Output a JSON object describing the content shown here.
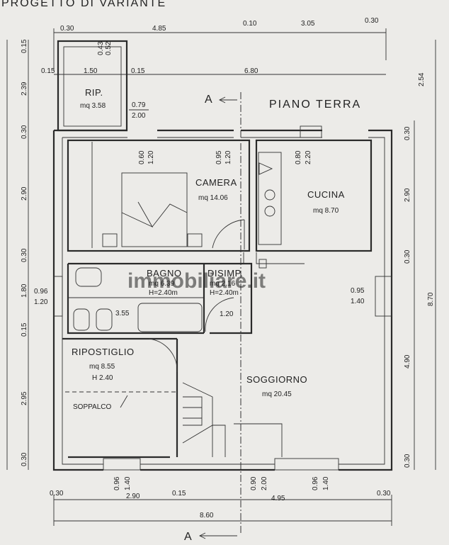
{
  "header": {
    "title": "PROGETTO DI VARIANTE",
    "floor": "PIANO TERRA"
  },
  "section_markers": {
    "top": "A",
    "bottom": "A"
  },
  "watermark": "immobiliare.it",
  "rooms": {
    "rip": {
      "name": "RIP.",
      "area": "mq  3.58"
    },
    "camera": {
      "name": "CAMERA",
      "area": "mq  14.06"
    },
    "cucina": {
      "name": "CUCINA",
      "area": "mq  8.70"
    },
    "bagno": {
      "name": "BAGNO",
      "area": "mq  6.39",
      "height": "H=2.40m"
    },
    "disimp": {
      "name": "DISIMP.",
      "area": "mq  2.16",
      "height": "H=2.40m"
    },
    "ripostiglio": {
      "name": "RIPOSTIGLIO",
      "area": "mq  8.55",
      "height": "H  2.40"
    },
    "soggiorno": {
      "name": "SOGGIORNO",
      "area": "mq  20.45"
    },
    "soppalco": {
      "name": "SOPPALCO"
    }
  },
  "dims": {
    "top1": "0.30",
    "top2": "4.85",
    "top3": "0.10",
    "top4": "3.05",
    "top5": "0.30",
    "rip_w1": "0.15",
    "rip_w2": "1.50",
    "rip_w3": "0.15",
    "rip_w4": "6.80",
    "rip_win1": "0.43",
    "rip_win2": "0.52",
    "rip_door1": "0.79",
    "rip_door2": "2.00",
    "cam_win1": "0.60",
    "cam_win2": "1.20",
    "cam_win3": "0.95",
    "cam_win4": "1.20",
    "cuc_win1": "0.80",
    "cuc_win2": "2.20",
    "left1": "0.15",
    "left2": "2.39",
    "left3": "0.30",
    "left4": "2.90",
    "left5": "0.30",
    "left6": "1.80",
    "left7": "0.15",
    "left8": "2.95",
    "left9": "0.30",
    "right1": "2.54",
    "right2": "0.30",
    "right3": "2.90",
    "right4": "0.30",
    "right5": "4.90",
    "right6": "0.30",
    "right_total": "8.70",
    "bagno_win1": "0.96",
    "bagno_win2": "1.20",
    "soggiorno_win1": "0.95",
    "soggiorno_win2": "1.40",
    "bagno_len": "3.55",
    "disimp_w": "1.20",
    "bot_win1a": "0.96",
    "bot_win1b": "1.40",
    "bot_door1": "0.90",
    "bot_door2": "2.00",
    "bot_win2a": "0.96",
    "bot_win2b": "1.40",
    "bot1": "0.30",
    "bot2": "2.90",
    "bot3": "0.15",
    "bot4": "4.95",
    "bot5": "0.30",
    "bot_total": "8.60"
  }
}
